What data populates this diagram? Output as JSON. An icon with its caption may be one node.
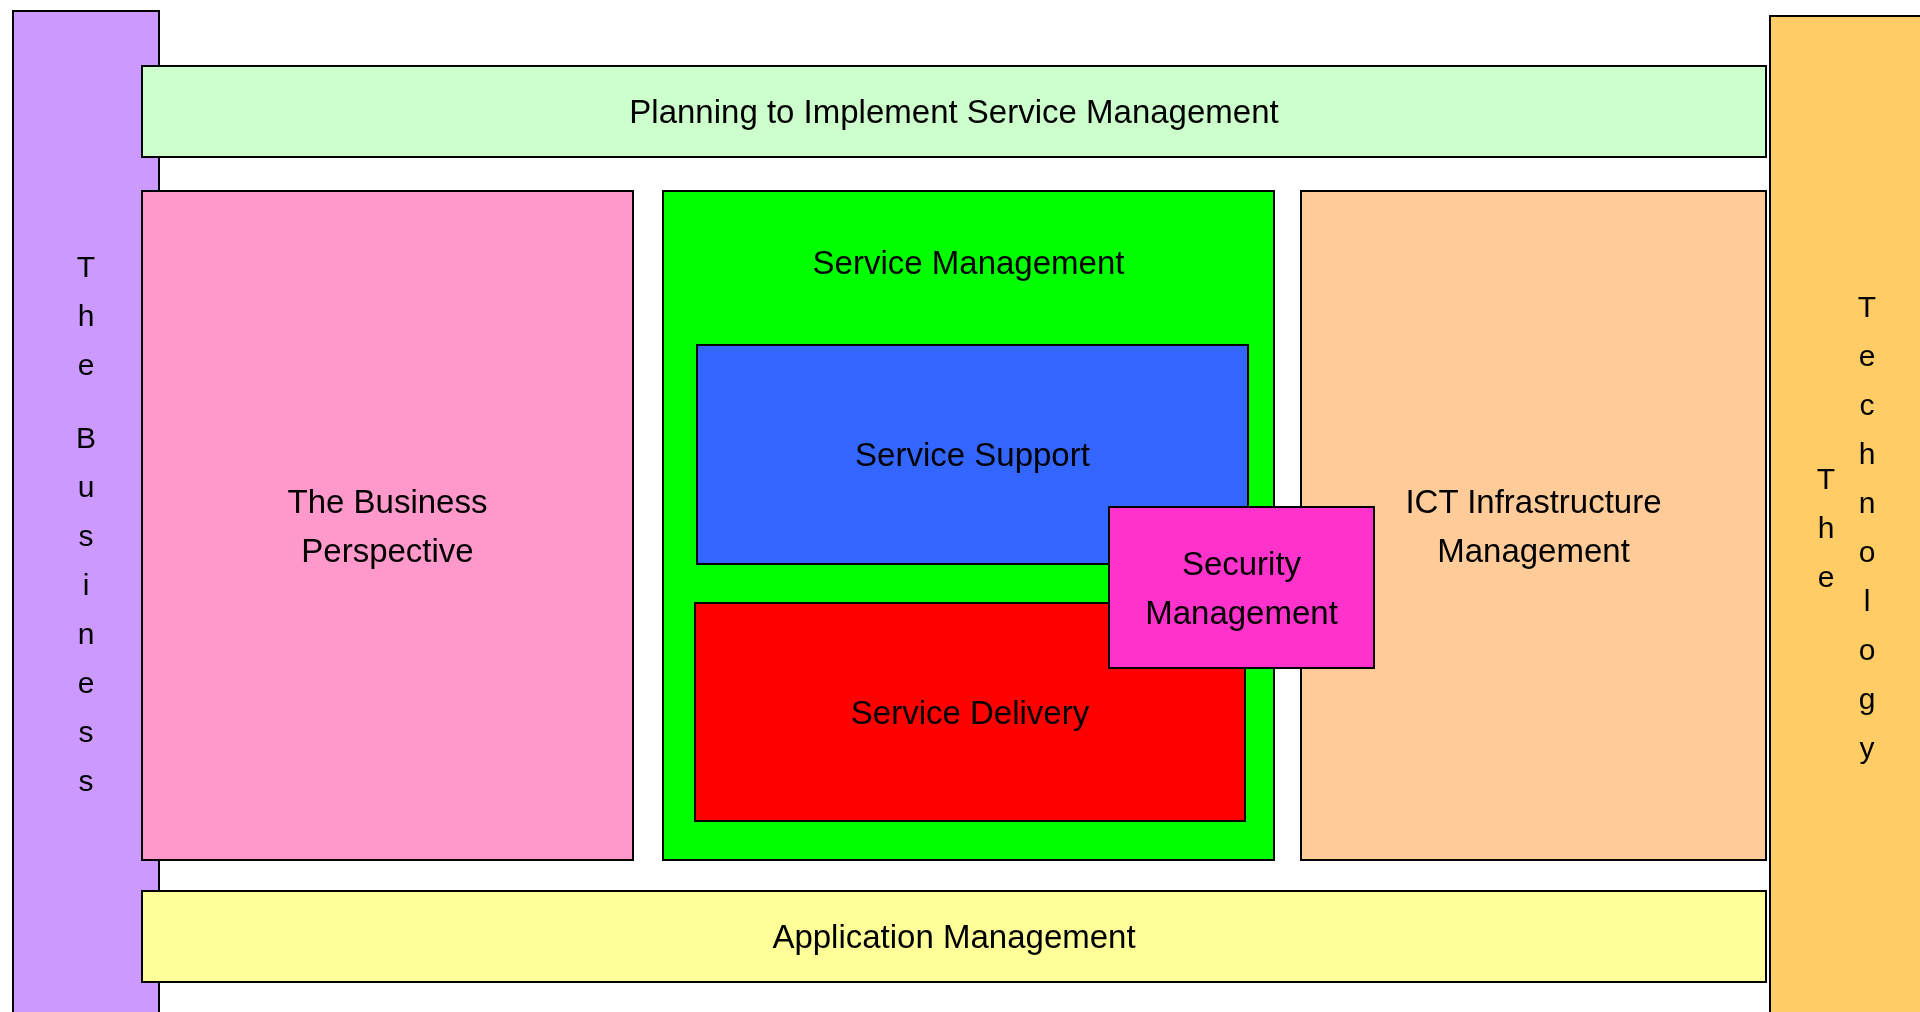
{
  "diagram": {
    "nodes": [
      {
        "text": [
          "The Business"
        ]
      },
      {
        "text": [
          "Planning to Implement Service Management"
        ]
      },
      {
        "text": [
          "The",
          "Technology"
        ]
      },
      {
        "text": [
          "The Business Perspective"
        ]
      },
      {
        "text": [
          "Service Management"
        ]
      },
      {
        "text": [
          "Service Support"
        ],
        "in": 4
      },
      {
        "text": [
          "Service Delivery"
        ],
        "in": 4
      },
      {
        "text": [
          "ICT Infrastructure Management"
        ]
      },
      {
        "text": [
          "Security Management"
        ]
      },
      {
        "text": [
          "Application Management"
        ]
      }
    ]
  }
}
